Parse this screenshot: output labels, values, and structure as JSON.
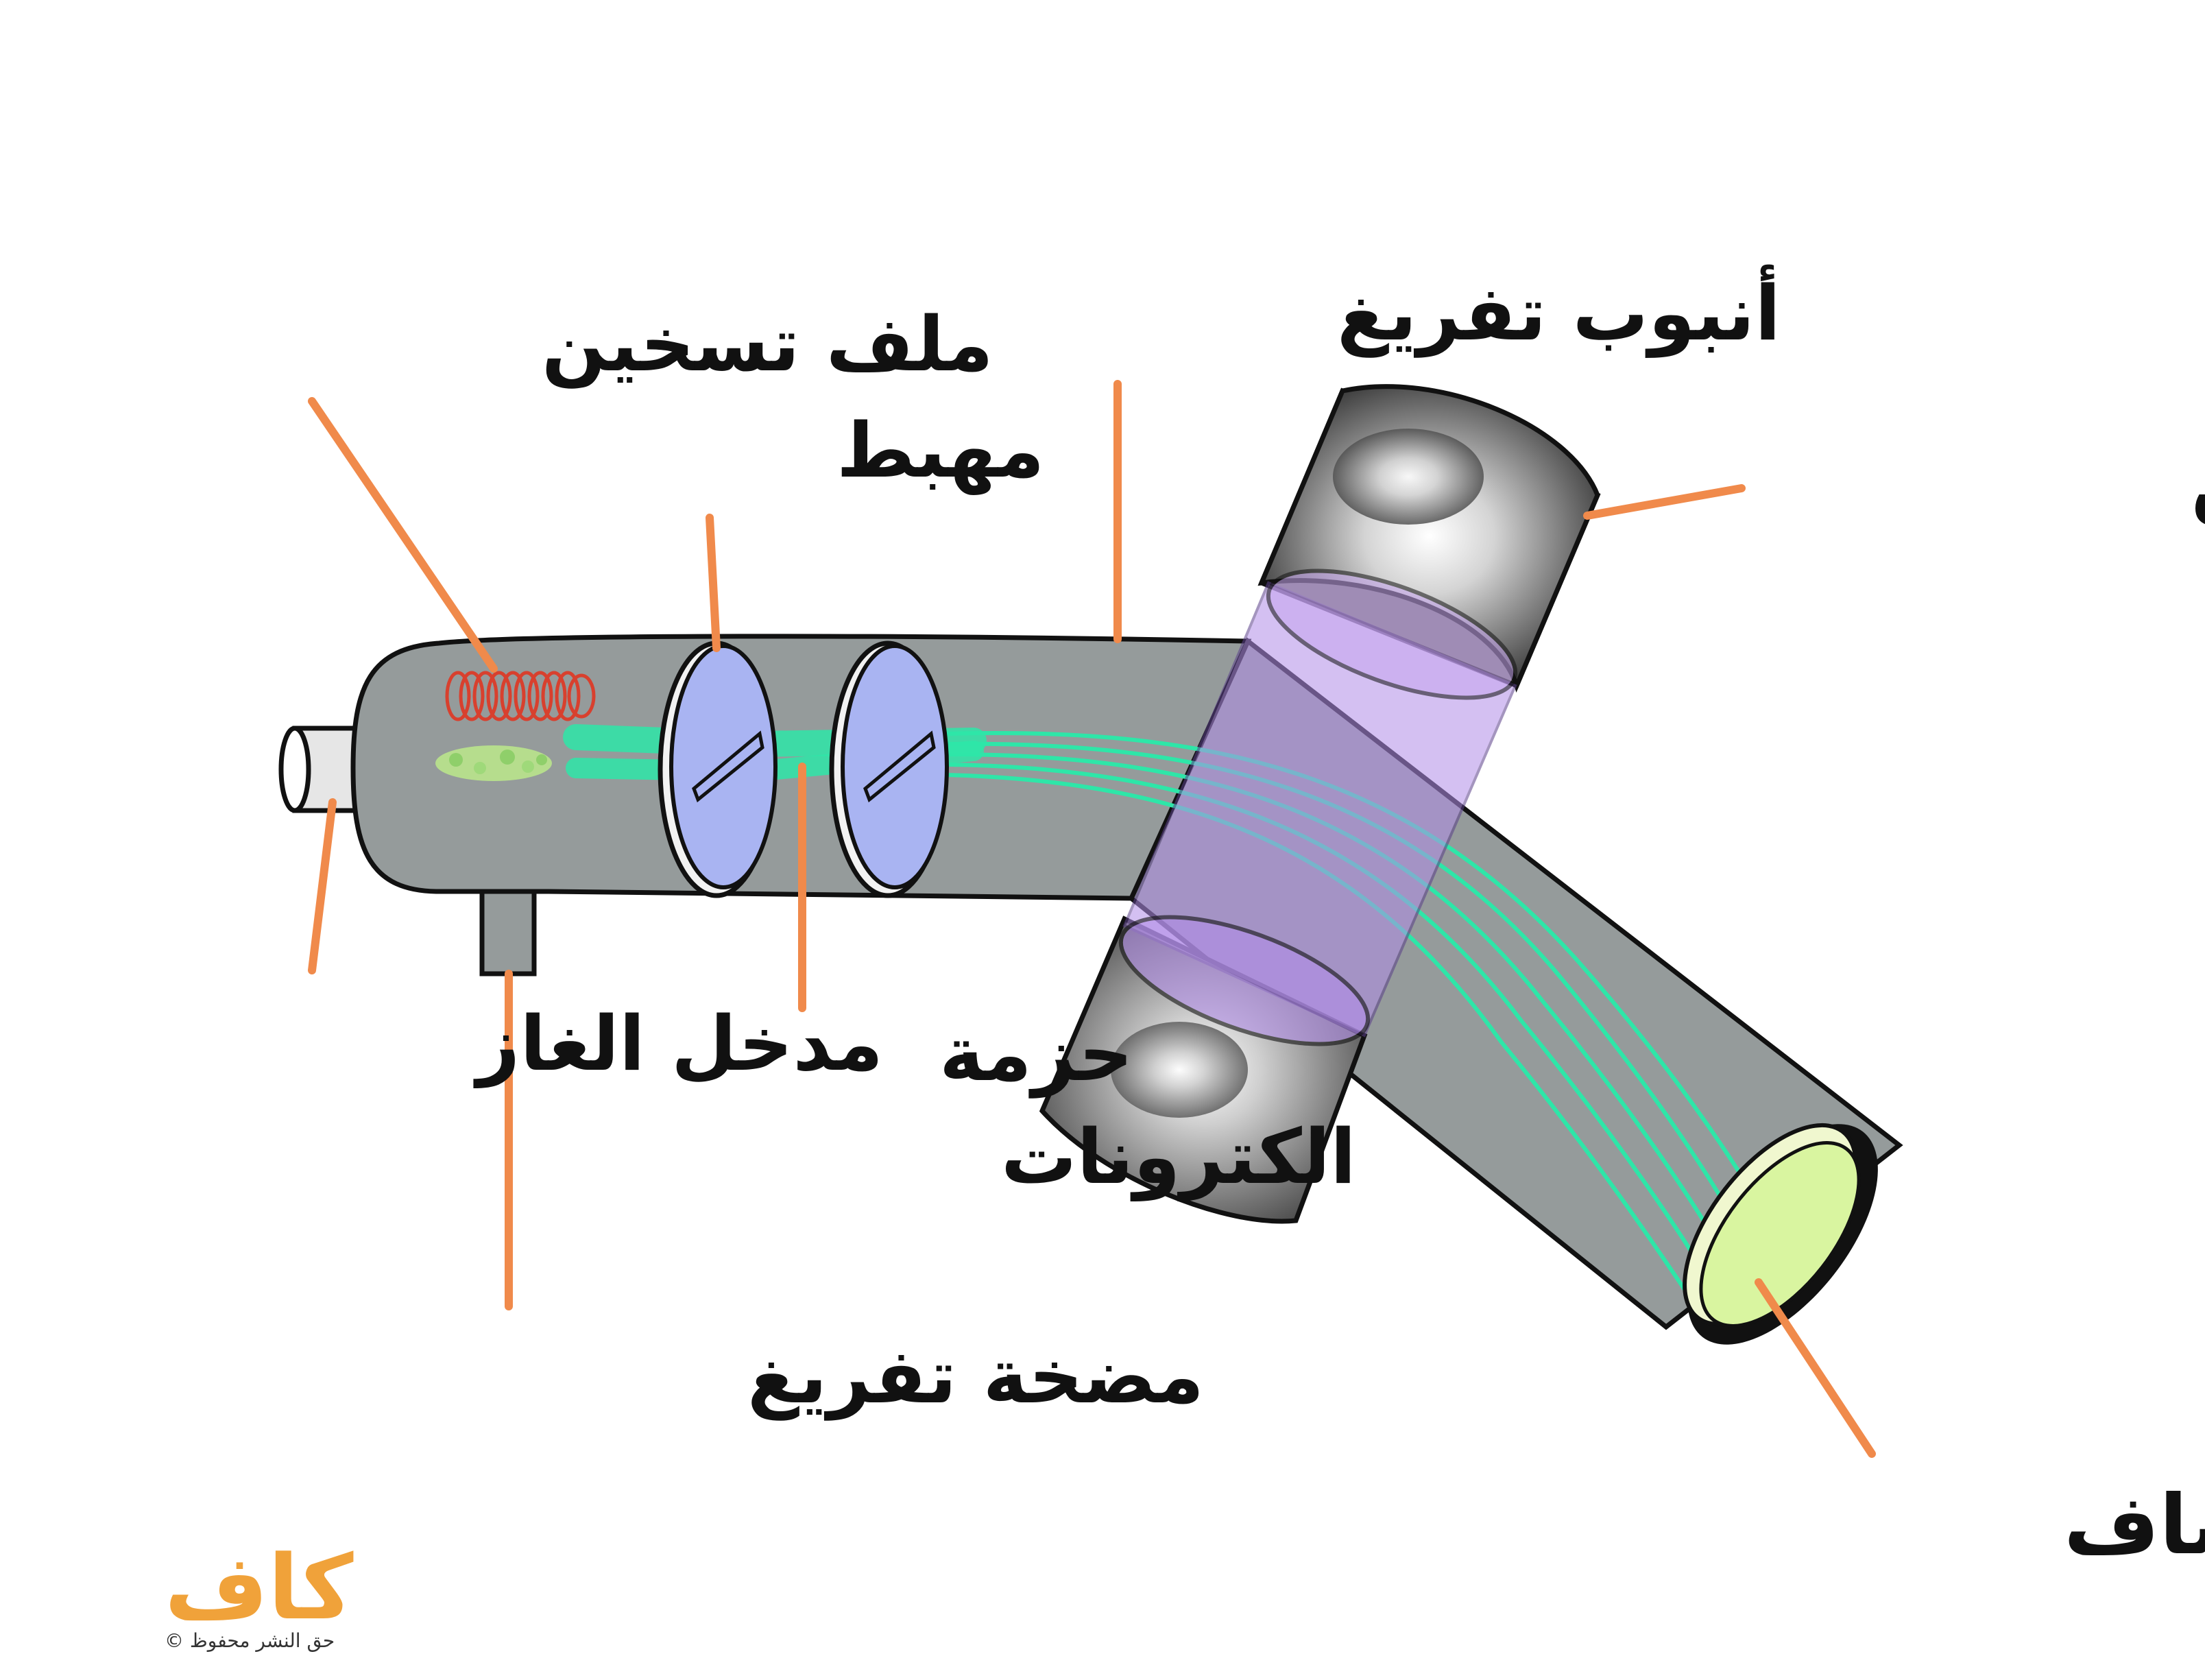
{
  "labels": {
    "heating_coil": "ملف تسخين",
    "cathode": "مهبط",
    "discharge_tube": "أنبوب تفريغ",
    "magnets": "مغناطيس",
    "gas_inlet": "مدخل الغاز",
    "electron_beam_line1": "حزمة",
    "electron_beam_line2": "الكترونات",
    "vacuum_pump": "مضخة تفريغ",
    "detector": "مكشاف"
  },
  "watermark": {
    "logo": "كاف",
    "copyright": "حق النشر محفوظ ©"
  },
  "colors": {
    "tube": "#959b9b",
    "outline": "#111111",
    "pointer": "#f08a4b",
    "electrode": "#a9b4f2",
    "beam": "#2ee6a8",
    "magnet_band": "#b28ee8",
    "detector": "#d9f5a0",
    "coil": "#d8402e",
    "gas_cloud": "#b9e48c",
    "logo": "#f0a23a"
  }
}
